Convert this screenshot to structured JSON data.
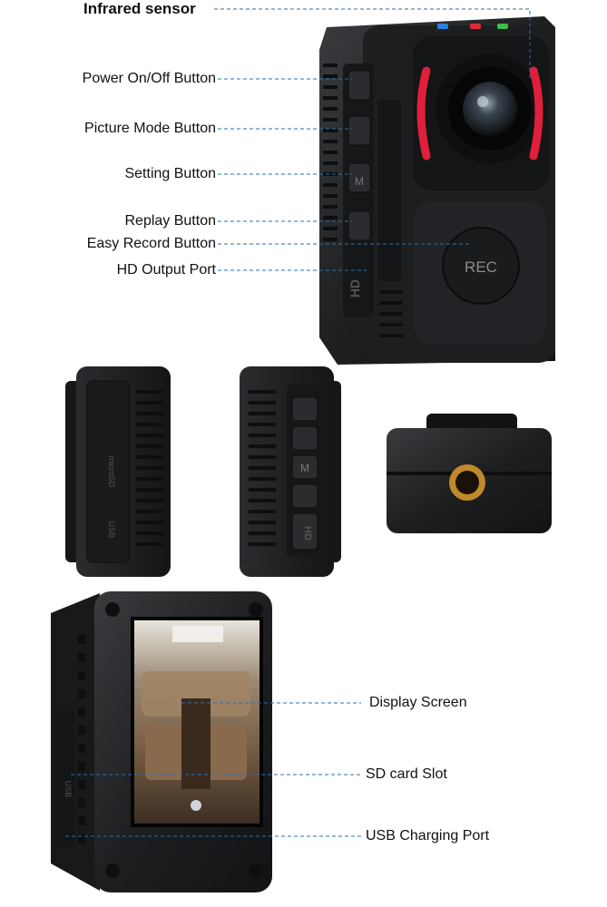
{
  "labels": {
    "infrared_sensor": "Infrared sensor",
    "power_button": "Power On/Off Button",
    "picture_mode_button": "Picture Mode Button",
    "setting_button": "Setting Button",
    "replay_button": "Replay Button",
    "easy_record_button": "Easy Record Button",
    "hd_output_port": "HD Output Port",
    "display_screen": "Display Screen",
    "sd_card_slot": "SD card Slot",
    "usb_charging_port": "USB Charging Port"
  },
  "device_text": {
    "rec": "REC",
    "hd": "HD",
    "m": "M",
    "usb": "USB",
    "microsd": "microSD"
  },
  "colors": {
    "body": "#1c1d1f",
    "body_light": "#2c2d30",
    "ir_led": "#e0203a",
    "leader_line": "#2a6fb0",
    "lens_ring": "#c08a2a"
  }
}
